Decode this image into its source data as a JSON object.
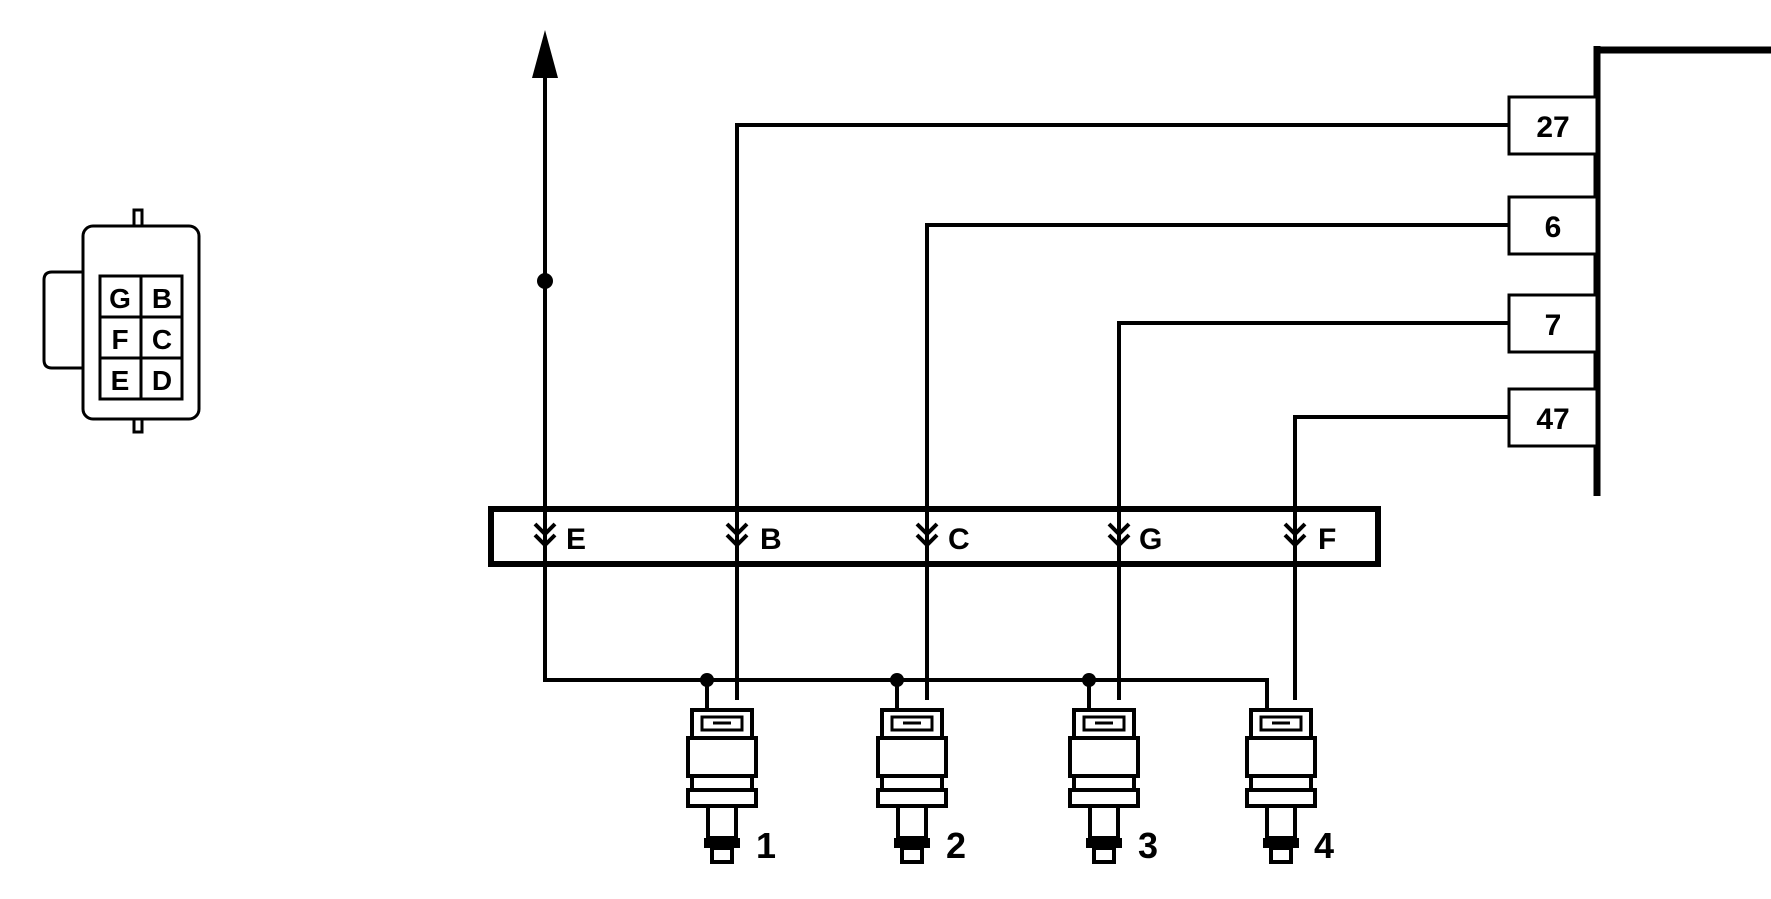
{
  "connector_face": {
    "pins": [
      [
        "G",
        "B"
      ],
      [
        "F",
        "C"
      ],
      [
        "E",
        "D"
      ]
    ]
  },
  "ecu_pins": [
    "27",
    "6",
    "7",
    "47"
  ],
  "harness_connector": {
    "pins": [
      "E",
      "B",
      "C",
      "G",
      "F"
    ]
  },
  "injectors": [
    "1",
    "2",
    "3",
    "4"
  ],
  "colors": {
    "line": "#000000",
    "background": "#ffffff"
  }
}
